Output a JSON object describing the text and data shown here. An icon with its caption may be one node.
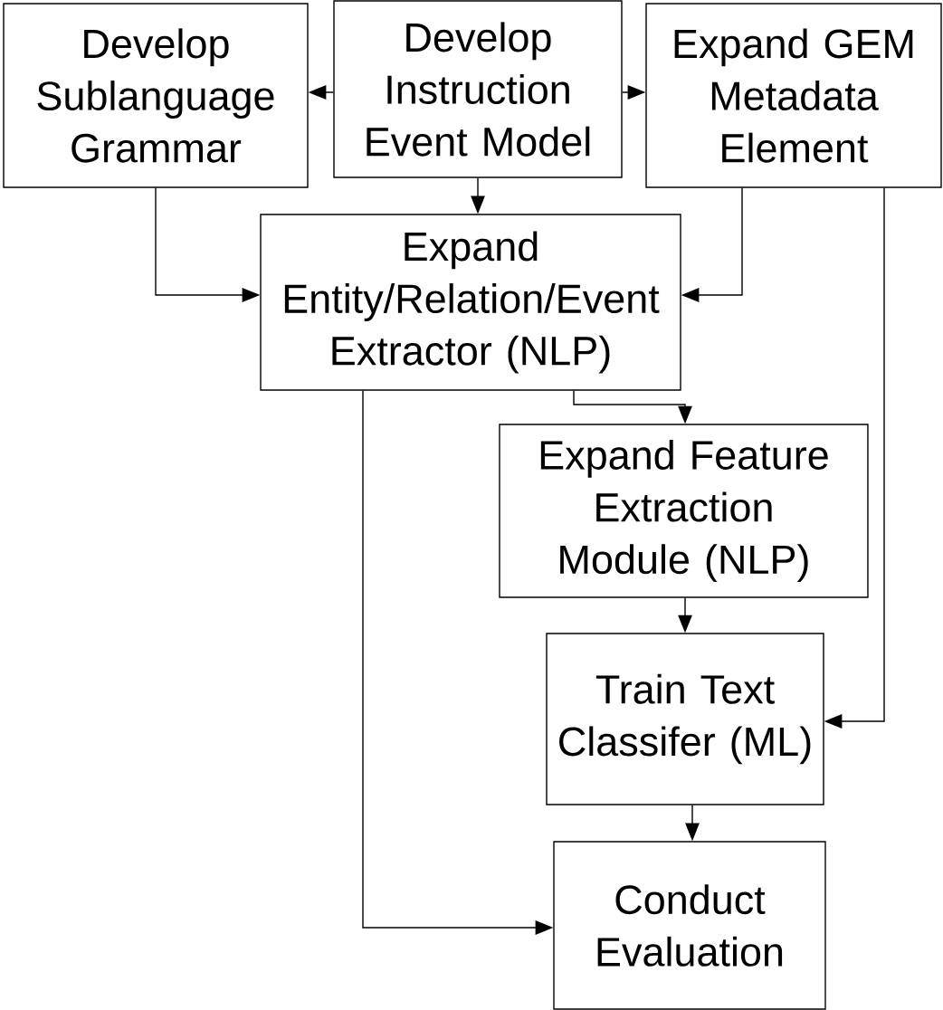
{
  "diagram": {
    "nodes": [
      {
        "text": [
          "Develop Sublanguage Grammar"
        ]
      },
      {
        "text": [
          "Develop Instruction Event Model"
        ]
      },
      {
        "text": [
          "Expand GEM Metadata Element"
        ]
      },
      {
        "text": [
          "Expand Entity/Relation/Event Extractor (NLP)"
        ]
      },
      {
        "text": [
          "Expand Feature Extraction Module (NLP)"
        ]
      },
      {
        "text": [
          "Train Text Classifer (ML)"
        ]
      },
      {
        "text": [
          "Conduct Evaluation"
        ]
      }
    ],
    "edges": [
      {
        "from": 1,
        "to": 0,
        "arrow": "to"
      },
      {
        "from": 1,
        "to": 2,
        "arrow": "to"
      },
      {
        "from": 1,
        "to": 3,
        "arrow": "to"
      },
      {
        "from": 0,
        "to": 3,
        "arrow": "to"
      },
      {
        "from": 2,
        "to": 3,
        "arrow": "to"
      },
      {
        "from": 2,
        "to": 5,
        "arrow": "to"
      },
      {
        "from": 3,
        "to": 4,
        "arrow": "to"
      },
      {
        "from": 4,
        "to": 5,
        "arrow": "to"
      },
      {
        "from": 5,
        "to": 6,
        "arrow": "to"
      },
      {
        "from": 3,
        "to": 6,
        "arrow": "to"
      }
    ]
  }
}
